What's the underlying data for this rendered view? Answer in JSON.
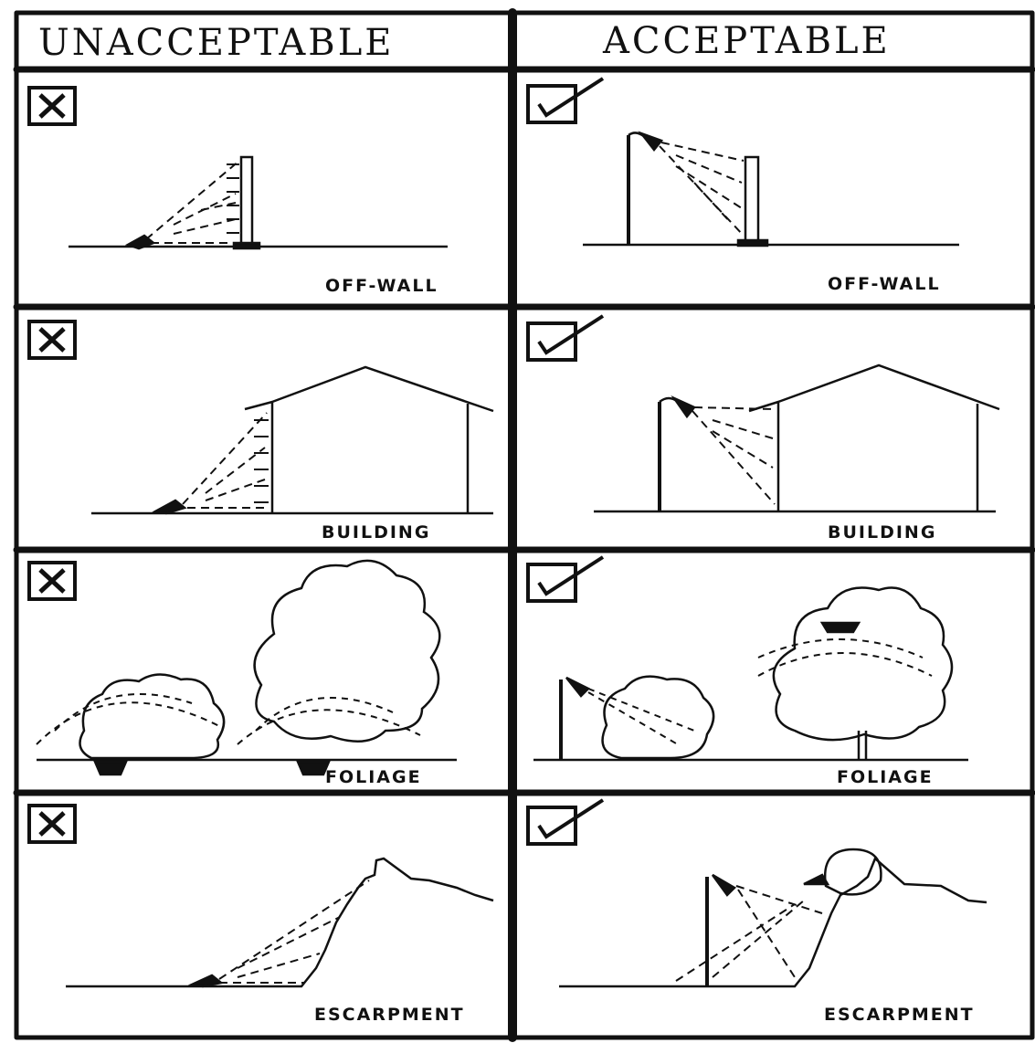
{
  "headers": {
    "left": "UNACCEPTABLE",
    "right": "ACCEPTABLE"
  },
  "panels": [
    {
      "caption_left": "OFF-WALL",
      "caption_right": "OFF-WALL"
    },
    {
      "caption_left": "BUILDING",
      "caption_right": "BUILDING"
    },
    {
      "caption_left": "FOLIAGE",
      "caption_right": "FOLIAGE"
    },
    {
      "caption_left": "ESCARPMENT",
      "caption_right": "ESCARPMENT"
    }
  ],
  "icons": {
    "unacceptable": "x-box-icon",
    "acceptable": "check-box-icon"
  },
  "colors": {
    "ink": "#111111",
    "paper": "#ffffff"
  }
}
